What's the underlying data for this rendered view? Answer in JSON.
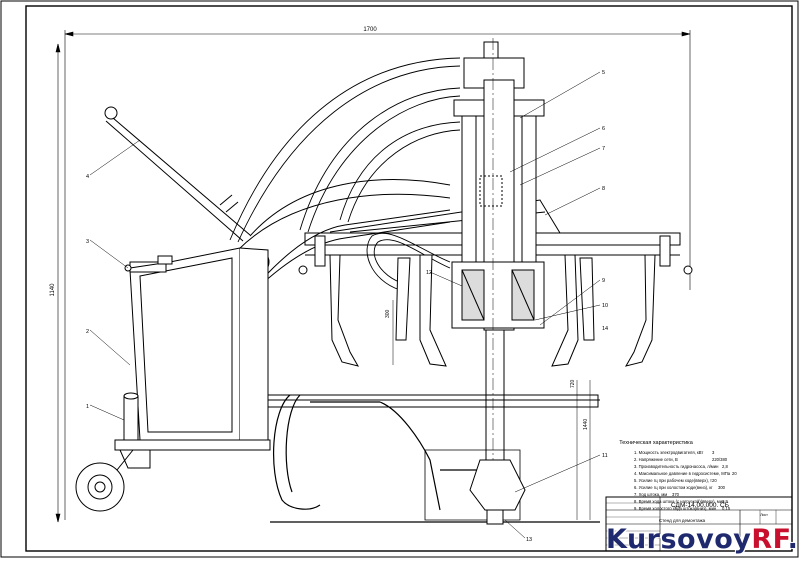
{
  "drawing": {
    "dimensions": {
      "overall_width": "1700",
      "overall_height": "1140",
      "stroke": "300",
      "clearance": "720",
      "bottom_height": "1440"
    },
    "callouts": [
      "1",
      "2",
      "3",
      "4",
      "5",
      "6",
      "7",
      "8",
      "9",
      "10",
      "11",
      "12",
      "13",
      "14"
    ],
    "spec_table": {
      "title": "Техническая характеристика",
      "rows": [
        {
          "label": "1. Мощность электродвигателя, кВт",
          "value": "3"
        },
        {
          "label": "2. Напряжение сети, В",
          "value": "220/380"
        },
        {
          "label": "3. Производительность гидронасоса, л/мин",
          "value": "2,8"
        },
        {
          "label": "4. Максимальное давление в гидросистеме, МПа",
          "value": "20"
        },
        {
          "label": "5. Усилие гц при рабочем ходе(вверх), т",
          "value": "20"
        },
        {
          "label": "6. Усилие гц при холостом ходе(вниз), кг",
          "value": "300"
        },
        {
          "label": "7. Ход штока, мм",
          "value": "370"
        },
        {
          "label": "8. Время хода штока (с нагрузкой)(вверх), мин",
          "value": "1,9"
        },
        {
          "label": "9. Время холостого хода штока(вниз), мин",
          "value": "0,15"
        }
      ]
    },
    "title_block": {
      "designation": "СДМ-14.00.000. СБ",
      "name": "Стенд для демонтажа",
      "sheet": "Лист"
    },
    "watermark": {
      "main": "Kursovoy",
      "accent": "RF",
      "suffix": ".ru"
    }
  }
}
